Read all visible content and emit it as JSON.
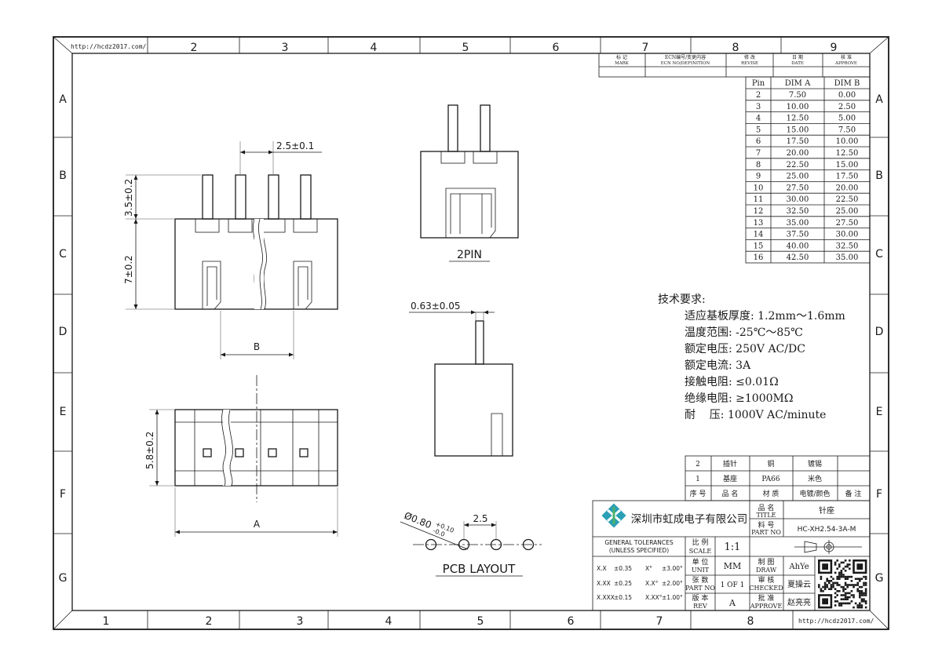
{
  "url_text": "http://hcdz2017.com/",
  "top_zone_numbers": [
    "2",
    "3",
    "4",
    "5",
    "6",
    "7",
    "8",
    "9"
  ],
  "bottom_zone_numbers": [
    "1",
    "2",
    "3",
    "4",
    "5",
    "6",
    "7",
    "8"
  ],
  "zone_letters": [
    "A",
    "B",
    "C",
    "D",
    "E",
    "F",
    "G"
  ],
  "revision_headers": [
    {
      "cn": "标 记",
      "en": "MARK"
    },
    {
      "cn": "ECN编号/变更内容",
      "en": "ECN NO/DEFINITION"
    },
    {
      "cn": "修 改",
      "en": "REVISE"
    },
    {
      "cn": "日 期",
      "en": "DATE"
    },
    {
      "cn": "核 准",
      "en": "APPROVE"
    }
  ],
  "dim_table": {
    "headers": [
      "Pin",
      "DIM A",
      "DIM B"
    ],
    "rows": [
      [
        "2",
        "7.50",
        "0.00"
      ],
      [
        "3",
        "10.00",
        "2.50"
      ],
      [
        "4",
        "12.50",
        "5.00"
      ],
      [
        "5",
        "15.00",
        "7.50"
      ],
      [
        "6",
        "17.50",
        "10.00"
      ],
      [
        "7",
        "20.00",
        "12.50"
      ],
      [
        "8",
        "22.50",
        "15.00"
      ],
      [
        "9",
        "25.00",
        "17.50"
      ],
      [
        "10",
        "27.50",
        "20.00"
      ],
      [
        "11",
        "30.00",
        "22.50"
      ],
      [
        "12",
        "32.50",
        "25.00"
      ],
      [
        "13",
        "35.00",
        "27.50"
      ],
      [
        "14",
        "37.50",
        "30.00"
      ],
      [
        "15",
        "40.00",
        "32.50"
      ],
      [
        "16",
        "42.50",
        "35.00"
      ]
    ]
  },
  "dimensions": {
    "pitch": "2.5±0.1",
    "pin_height": "3.5±0.2",
    "body_height": "7±0.2",
    "dim_b": "B",
    "depth": "5.8±0.2",
    "dim_a": "A",
    "pin_width": "0.63±0.05",
    "hole_dia": "Ø0.80",
    "hole_tol_plus": "+0.10",
    "hole_tol_minus": "-0.0",
    "layout_pitch": "2.5"
  },
  "labels": {
    "two_pin": "2PIN",
    "pcb_layout": "PCB LAYOUT"
  },
  "tech_requirements": {
    "title": "技术要求:",
    "items": [
      "适应基板厚度: 1.2mm～1.6mm",
      "温度范围: -25℃～85℃",
      "额定电压: 250V AC/DC",
      "额定电流: 3A",
      "接触电阻: ≤0.01Ω",
      "绝缘电阻: ≥1000MΩ",
      "耐    压: 1000V AC/minute"
    ]
  },
  "bom": {
    "rows": [
      [
        "2",
        "插针",
        "铜",
        "镀锡",
        ""
      ],
      [
        "1",
        "基座",
        "PA66",
        "米色",
        ""
      ]
    ],
    "headers": [
      "序 号",
      "品 名",
      "材 质",
      "电镀/颜色",
      "备 注"
    ]
  },
  "title_block": {
    "company": "深圳市虹成电子有限公司",
    "title_label_cn": "品 名",
    "title_label_en": "TITLE",
    "title_value": "针座",
    "part_label_cn": "料 号",
    "part_label_en": "PART NO",
    "part_value": "HC-XH2.54-3A-M",
    "tolerance_header_1": "GENERAL TOLERANCES",
    "tolerance_header_2": "(UNLESS SPECIFIED)",
    "tolerances": [
      {
        "k": "X.X",
        "v": "±0.35",
        "ak": "X°",
        "av": "±3.00°"
      },
      {
        "k": "X.XX",
        "v": "±0.25",
        "ak": "X.X°",
        "av": "±2.00°"
      },
      {
        "k": "X.XXX",
        "v": "±0.15",
        "ak": "X.XX°",
        "av": "±1.00°"
      }
    ],
    "scale_cn": "比 例",
    "scale_en": "SCALE",
    "scale_value": "1:1",
    "unit_cn": "单 位",
    "unit_en": "UNIT",
    "unit_value": "MM",
    "sheet_cn": "张 数",
    "sheet_en": "PART NO",
    "sheet_value": "1 OF 1",
    "rev_cn": "版 本",
    "rev_en": "REV",
    "rev_value": "A",
    "draw_cn": "制 图",
    "draw_en": "DRAW",
    "draw_value": "AhYe",
    "check_cn": "审 核",
    "check_en": "CHECKED",
    "check_value": "夏操云",
    "approve_cn": "批 准",
    "approve_en": "APPROVE",
    "approve_value": "赵亮亮"
  }
}
